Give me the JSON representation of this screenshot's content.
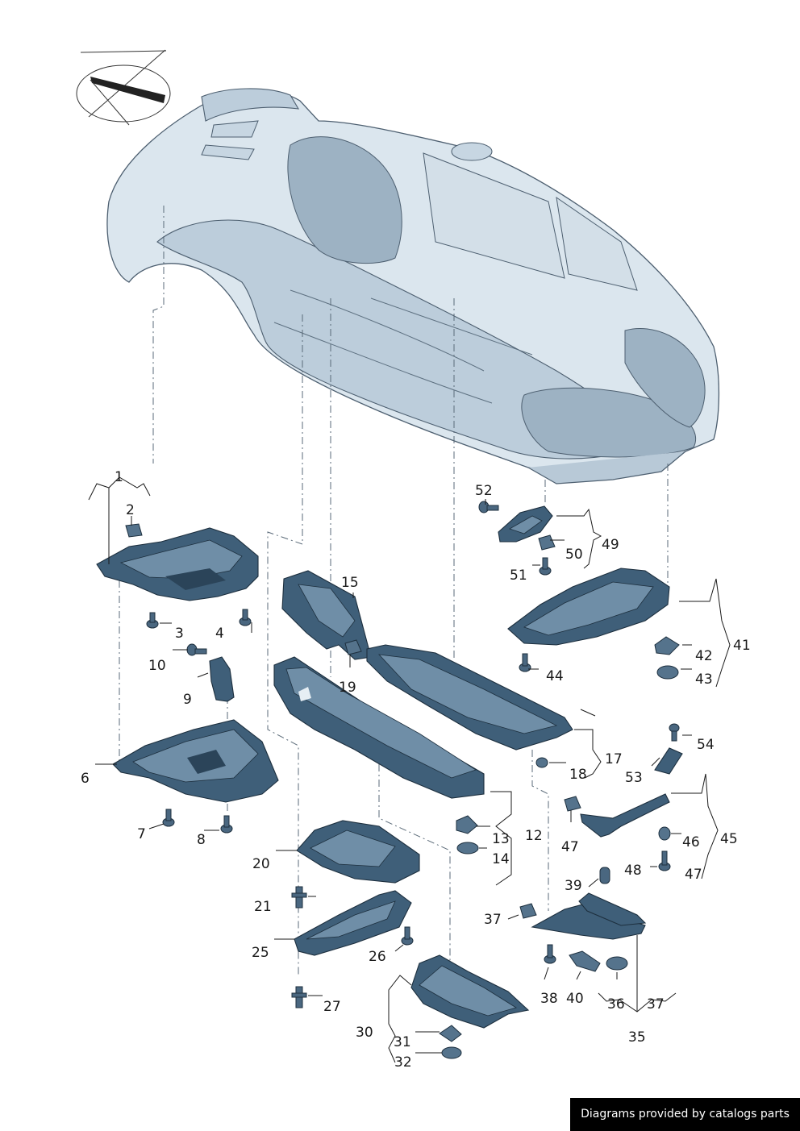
{
  "footer": {
    "caption": "Diagrams provided by catalogs parts"
  },
  "callouts": [
    "1",
    "2",
    "3",
    "4",
    "6",
    "7",
    "8",
    "9",
    "10",
    "12",
    "13",
    "14",
    "15",
    "17",
    "18",
    "19",
    "20",
    "21",
    "25",
    "26",
    "27",
    "30",
    "31",
    "32",
    "35",
    "36",
    "37",
    "37",
    "38",
    "39",
    "40",
    "41",
    "42",
    "43",
    "44",
    "45",
    "46",
    "47",
    "47",
    "48",
    "49",
    "50",
    "51",
    "52",
    "53",
    "54"
  ],
  "colors": {
    "part": "#3f5f79",
    "body": "#dbe6ee",
    "outline": "#4d5f70"
  }
}
